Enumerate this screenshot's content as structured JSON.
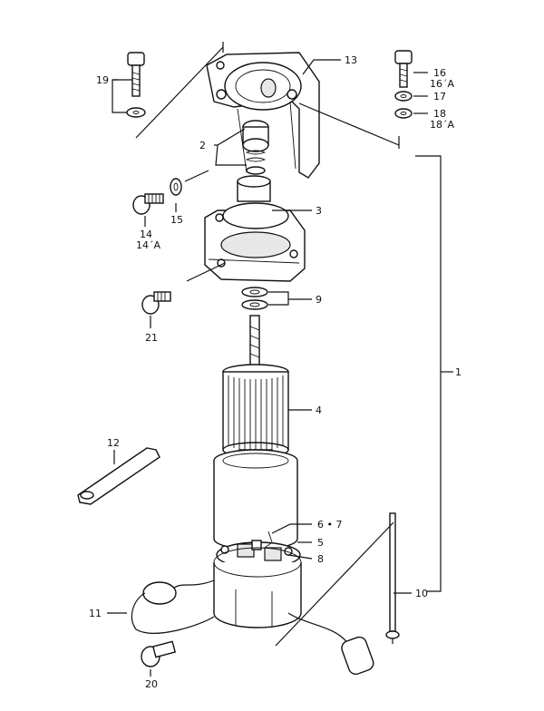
{
  "callouts": {
    "c1": "1",
    "c2": "2",
    "c3": "3",
    "c4": "4",
    "c5": "5",
    "c6_7": "6 • 7",
    "c8": "8",
    "c9": "9",
    "c10": "10",
    "c11": "11",
    "c12": "12",
    "c13": "13",
    "c14": "14",
    "c14a": "14ˊA",
    "c15": "15",
    "c16": "16",
    "c16a": "16ˊA",
    "c17": "17",
    "c18": "18",
    "c18a": "18ˊA",
    "c19": "19",
    "c20": "20",
    "c21": "21"
  }
}
